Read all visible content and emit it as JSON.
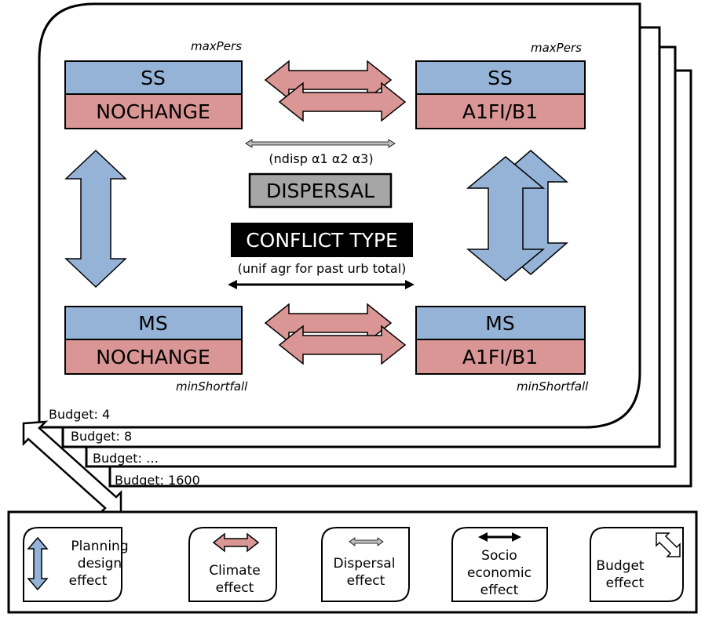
{
  "colors": {
    "blue": "#95b3d7",
    "red": "#d99694",
    "grey_box": "#a6a6a6",
    "black": "#000000"
  },
  "scenario": {
    "top_left": {
      "strategy": "SS",
      "climate": "NOCHANGE"
    },
    "top_right": {
      "strategy": "SS",
      "climate": "A1FI/B1"
    },
    "bottom_left": {
      "strategy": "MS",
      "climate": "NOCHANGE"
    },
    "bottom_right": {
      "strategy": "MS",
      "climate": "A1FI/B1"
    },
    "objective_top_left": "maxPers",
    "objective_top_right": "maxPers",
    "objective_bottom_left": "minShortfall",
    "objective_bottom_right": "minShortfall"
  },
  "center": {
    "dispersal_params": "(ndisp α1 α2 α3)",
    "dispersal_label": "DISPERSAL",
    "conflict_label": "CONFLICT TYPE",
    "conflict_params": "(unif agr for past urb total)"
  },
  "budgets": [
    "Budget: 4",
    "Budget: 8",
    "Budget: …",
    "Budget: 1600"
  ],
  "legend": {
    "planning": [
      "Planning",
      "design",
      "effect"
    ],
    "climate": [
      "Climate",
      "effect"
    ],
    "dispersal": [
      "Dispersal",
      "effect"
    ],
    "socio": [
      "Socio",
      "economic",
      "effect"
    ],
    "budget": [
      "Budget",
      "effect"
    ]
  }
}
